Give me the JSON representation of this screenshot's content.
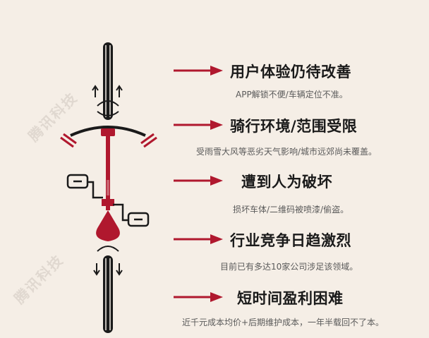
{
  "watermark": "腾讯科技",
  "colors": {
    "accent": "#b0182e",
    "dark": "#1a1a1a",
    "background": "#f5eee6"
  },
  "items": [
    {
      "title": "用户体验仍待改善",
      "desc": "APP解锁不便/车辆定位不准。"
    },
    {
      "title": "骑行环境/范围受限",
      "desc": "受雨雪大风等恶劣天气影响/城市远郊尚未覆盖。"
    },
    {
      "title": "遭到人为破坏",
      "desc": "损坏车体/二维码被喷漆/偷盗。"
    },
    {
      "title": "行业竞争日趋激烈",
      "desc": "目前已有多达10家公司涉足该领域。"
    },
    {
      "title": "短时间盈利困难",
      "desc": "近千元成本均价+后期维护成本，一年半载回不了本。"
    }
  ]
}
